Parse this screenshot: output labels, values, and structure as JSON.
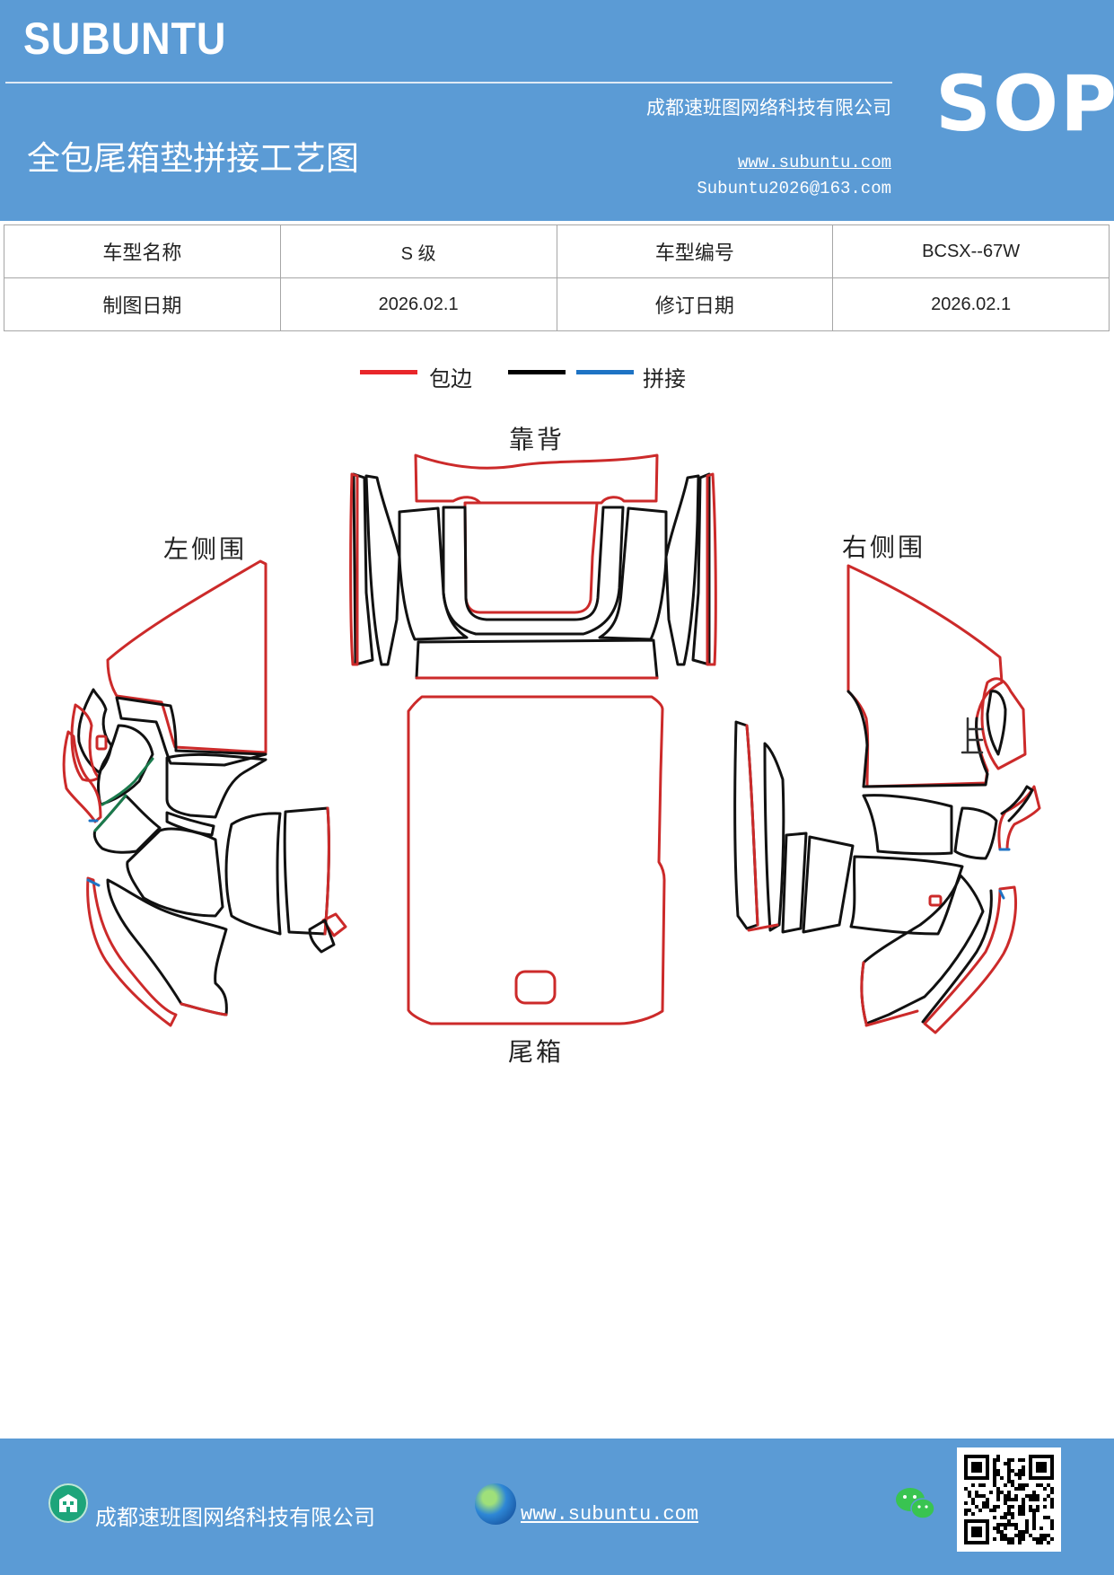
{
  "header": {
    "brand": "SUBUNTU",
    "company": "成都速班图网络科技有限公司",
    "sop": "SOP",
    "title": "全包尾箱垫拼接工艺图",
    "website": "www.subuntu.com",
    "email": "Subuntu2026@163.com"
  },
  "info_table": {
    "rows": [
      [
        "车型名称",
        "S 级",
        "车型编号",
        "BCSX--67W"
      ],
      [
        "制图日期",
        "2026.02.1",
        "修订日期",
        "2026.02.1"
      ]
    ]
  },
  "legend": {
    "items": [
      {
        "label": "包边",
        "color": "#e8262a"
      },
      {
        "label": "",
        "color": "#000000"
      },
      {
        "label": "拼接",
        "color": "#1e73c4"
      }
    ]
  },
  "diagram": {
    "labels": {
      "backrest": "靠背",
      "left_side": "左侧围",
      "right_side": "右侧围",
      "trunk": "尾箱"
    },
    "colors": {
      "edge": "#cc2a2a",
      "cut": "#111111",
      "splice": "#1e73c4",
      "alt": "#1a7a4c"
    }
  },
  "footer": {
    "company": "成都速班图网络科技有限公司",
    "website": "www.subuntu.com "
  }
}
